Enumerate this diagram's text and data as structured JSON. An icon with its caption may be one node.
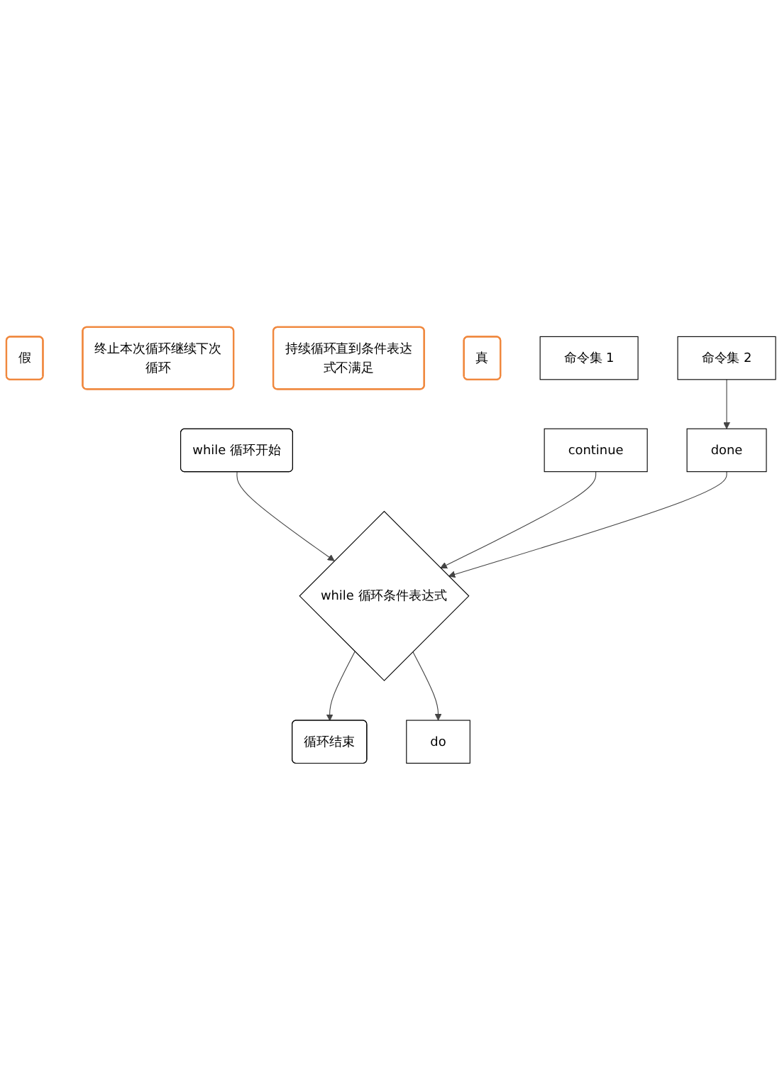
{
  "diagram": {
    "nodes": [
      {
        "text": [
          "while 循环开始"
        ]
      },
      {
        "text": [
          "while 循环条件表达式"
        ]
      },
      {
        "text": [
          "假"
        ]
      },
      {
        "text": [
          "终止本次循环继续下次循环"
        ]
      },
      {
        "text": [
          "持续循环直到条件表达式不满足"
        ]
      },
      {
        "text": [
          "真"
        ]
      },
      {
        "text": [
          "do"
        ]
      },
      {
        "text": [
          "命令集 1"
        ]
      },
      {
        "text": [
          "continue"
        ]
      },
      {
        "text": [
          "命令集 2"
        ]
      },
      {
        "text": [
          "done"
        ]
      },
      {
        "text": [
          "循环结束"
        ]
      }
    ],
    "edges": [
      {
        "from": 0,
        "to": 1,
        "arrow": "to"
      },
      {
        "from": 1,
        "to": 11,
        "arrow": "to"
      },
      {
        "from": 1,
        "to": 6,
        "arrow": "to"
      },
      {
        "from": 8,
        "to": 1,
        "arrow": "to"
      },
      {
        "from": 9,
        "to": 10,
        "arrow": "to"
      },
      {
        "from": 10,
        "to": 1,
        "arrow": "to"
      }
    ]
  }
}
